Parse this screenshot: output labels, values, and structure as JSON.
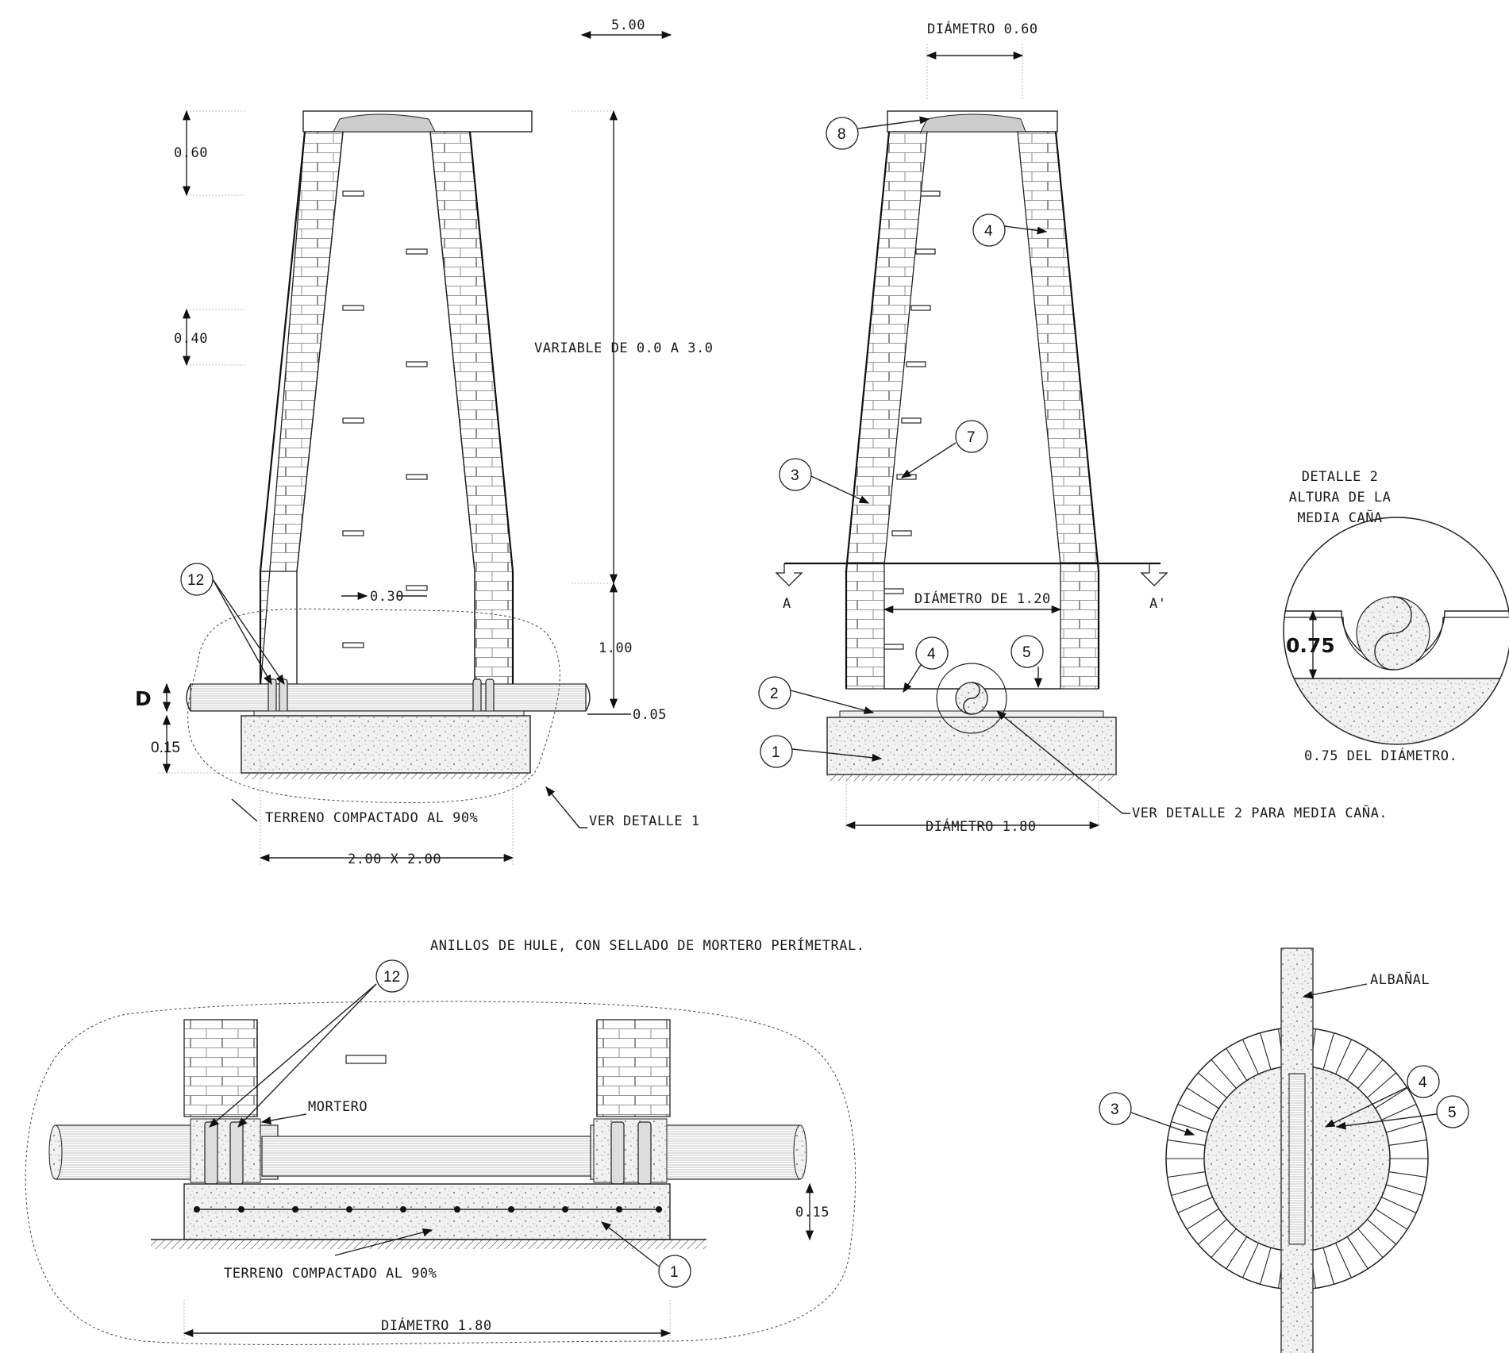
{
  "drawing": {
    "top_dimension": "5.00",
    "elevation": {
      "dim_top": "0.60",
      "dim_mid": "0.40",
      "dim_variable": "VARIABLE DE   0.0 A 3.0",
      "dim_bottom": "1.00",
      "dim_pipe_gap": "0.05",
      "dim_step": "0.30",
      "dim_pipe": "D",
      "dim_slab": "0.15",
      "dim_base": "2.00 X 2.00",
      "note_soil": "TERRENO COMPACTADO AL 90%",
      "note_detail": "VER DETALLE 1",
      "callout_12": "12"
    },
    "section": {
      "dim_cover": "DIÁMETRO 0.60",
      "dim_inner": "DIÁMETRO DE 1.20",
      "dim_outer": "DIÁMETRO 1.80",
      "section_left": "A",
      "section_right": "A'",
      "note_detail2": "VER DETALLE 2 PARA MEDIA CAÑA.",
      "callouts": [
        "8",
        "4",
        "7",
        "3",
        "4",
        "5",
        "2",
        "1"
      ]
    },
    "detail2": {
      "title_line1": "DETALLE 2",
      "title_line2": "ALTURA DE LA",
      "title_line3": "MEDIA CAÑA",
      "value": "0.75",
      "caption": "0.75 DEL DIÁMETRO."
    },
    "detail1": {
      "note_rings": "ANILLOS DE HULE, CON SELLADO DE MORTERO PERÍMETRAL.",
      "callout_12": "12",
      "label_mortar": "MORTERO",
      "dim_slab": "0.15",
      "note_soil": "TERRENO COMPACTADO AL 90%",
      "callout_1": "1",
      "dim_diameter": "DIÁMETRO 1.80"
    },
    "plan": {
      "label_pipe": "ALBAÑAL",
      "callout_3": "3",
      "callout_4": "4",
      "callout_5": "5"
    }
  }
}
